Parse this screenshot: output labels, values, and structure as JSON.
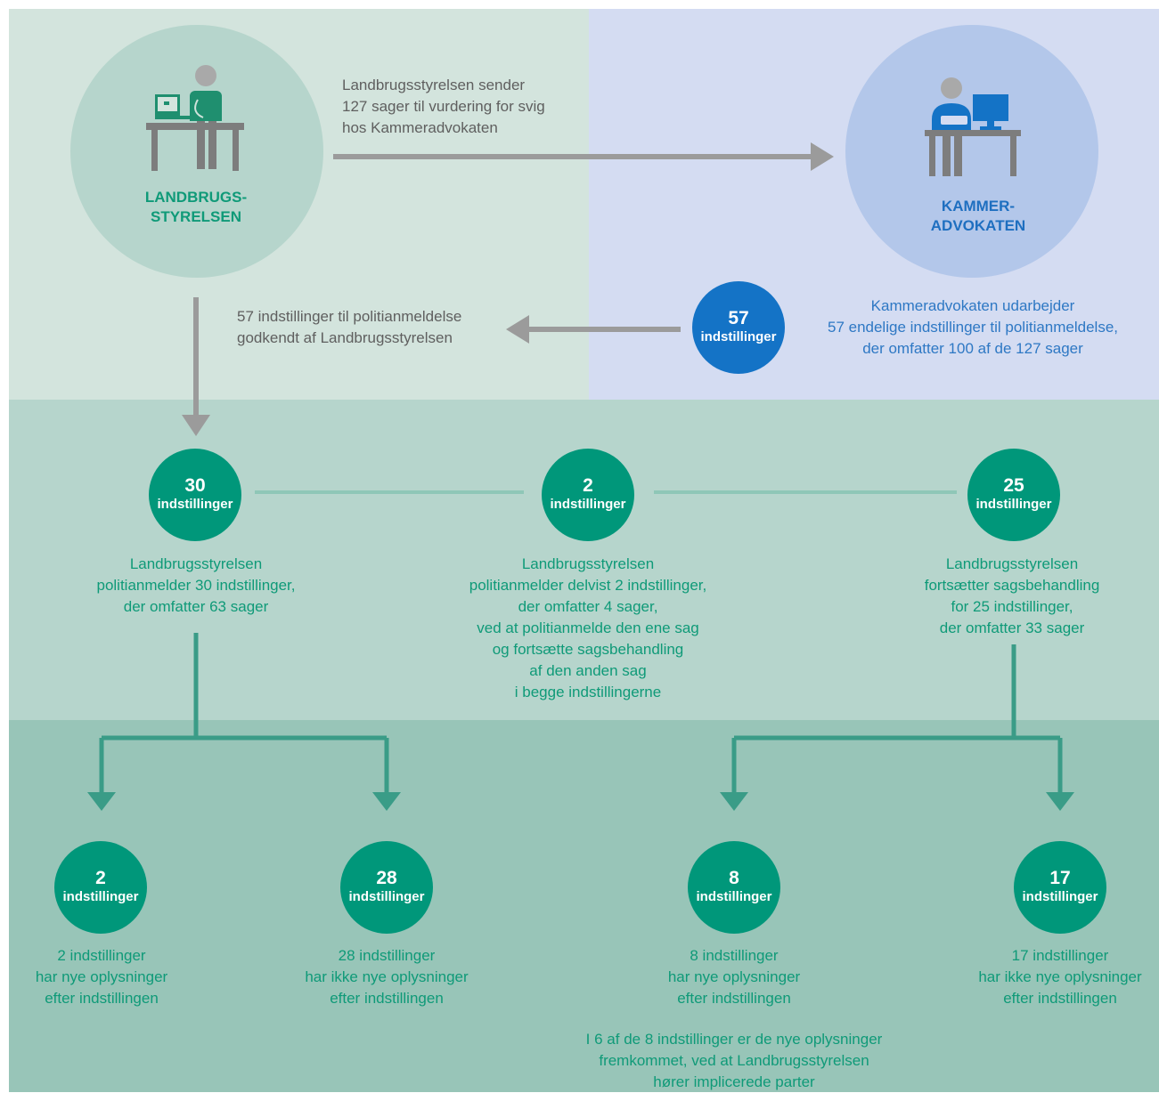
{
  "colors": {
    "panel_left_top": "#d3e4dd",
    "panel_right_top": "#d4dcf2",
    "panel_middle": "#b6d5cc",
    "panel_bottom": "#98c5b8",
    "green_text": "#0f9a78",
    "blue_text": "#2e78c4",
    "green_badge": "#00977a",
    "blue_badge": "#1473c6",
    "grey_arrow": "#9b9b9b",
    "teal_connector": "#3a9c87"
  },
  "organizations": {
    "left": {
      "label": "LANDBRUGS-\nSTYRELSEN",
      "icon": "person-at-laptop-desk-icon"
    },
    "right": {
      "label": "KAMMER-\nADVOKATEN",
      "icon": "person-at-computer-desk-icon"
    }
  },
  "top_flow": {
    "send_text": "Landbrugsstyrelsen sender\n127 sager til vurdering for svig\nhos Kammeradvokaten",
    "approved_text": "57 indstillinger til politianmeldelse\ngodkendt af Landbrugsstyrelsen",
    "kammer_text": "Kammeradvokaten udarbejder\n57 endelige indstillinger til politianmeldelse,\nder omfatter 100 af de 127 sager",
    "kammer_badge": {
      "value": "57",
      "unit": "indstillinger"
    }
  },
  "middle_tier": [
    {
      "value": "30",
      "unit": "indstillinger",
      "text": "Landbrugsstyrelsen\npolitianmelder 30 indstillinger,\nder omfatter 63 sager"
    },
    {
      "value": "2",
      "unit": "indstillinger",
      "text": "Landbrugsstyrelsen\npolitianmelder delvist 2 indstillinger,\nder omfatter 4 sager,\nved at politianmelde den ene sag\nog fortsætte sagsbehandling\naf den anden sag\ni begge indstillingerne"
    },
    {
      "value": "25",
      "unit": "indstillinger",
      "text": "Landbrugsstyrelsen\nfortsætter sagsbehandling\nfor 25 indstillinger,\nder omfatter 33 sager"
    }
  ],
  "bottom_tier": [
    {
      "value": "2",
      "unit": "indstillinger",
      "text": "2 indstillinger\nhar nye oplysninger\nefter indstillingen"
    },
    {
      "value": "28",
      "unit": "indstillinger",
      "text": "28 indstillinger\nhar ikke nye oplysninger\nefter indstillingen"
    },
    {
      "value": "8",
      "unit": "indstillinger",
      "text": "8 indstillinger\nhar nye oplysninger\nefter indstillingen"
    },
    {
      "value": "17",
      "unit": "indstillinger",
      "text": "17 indstillinger\nhar ikke nye oplysninger\nefter indstillingen"
    }
  ],
  "footnote": "I 6 af de 8 indstillinger er de nye oplysninger\nfremkommet, ved at Landbrugsstyrelsen\nhører implicerede parter"
}
